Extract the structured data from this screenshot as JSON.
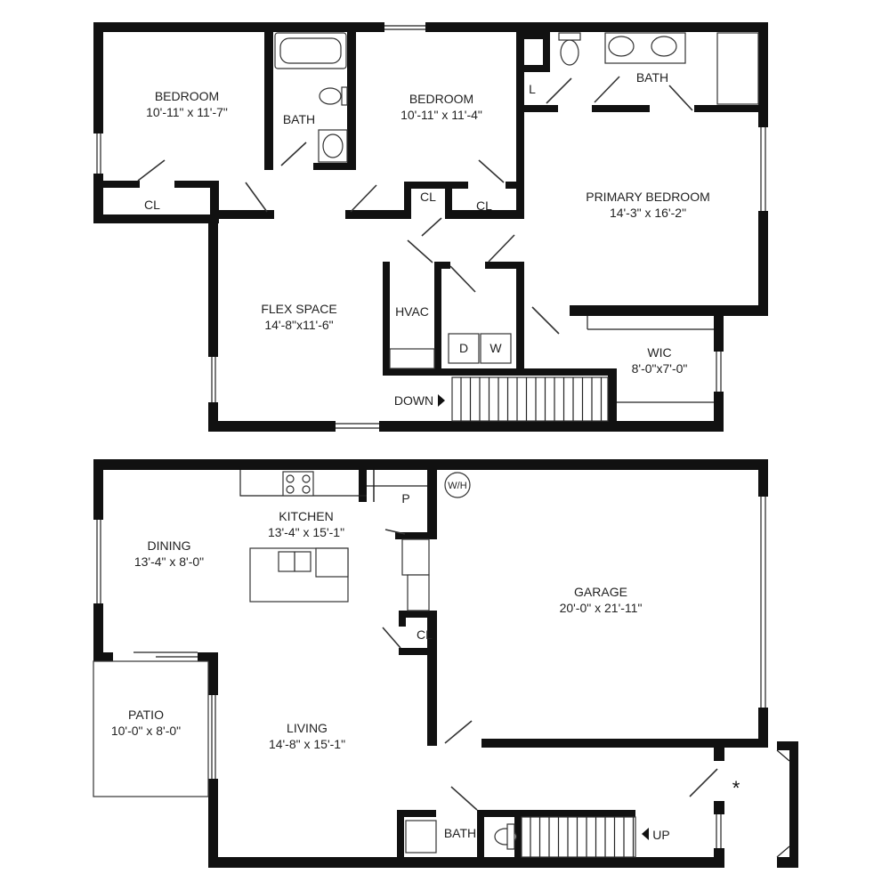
{
  "upper_floor": {
    "bedroom_1": {
      "name": "BEDROOM",
      "dims": "10'-11\" x 11'-7\""
    },
    "bath_1": {
      "name": "BATH"
    },
    "bedroom_2": {
      "name": "BEDROOM",
      "dims": "10'-11\" x 11'-4\""
    },
    "closet_1": {
      "name": "CL"
    },
    "closet_2": {
      "name": "CL"
    },
    "closet_3": {
      "name": "CL"
    },
    "linen": {
      "name": "L"
    },
    "primary_bath": {
      "name": "BATH"
    },
    "primary_bedroom": {
      "name": "PRIMARY BEDROOM",
      "dims": "14'-3\" x 16'-2\""
    },
    "flex_space": {
      "name": "FLEX SPACE",
      "dims": "14'-8\"x11'-6\""
    },
    "hvac": {
      "name": "HVAC"
    },
    "dryer": {
      "name": "D"
    },
    "washer": {
      "name": "W"
    },
    "wic": {
      "name": "WIC",
      "dims": "8'-0\"x7'-0\""
    },
    "stairs": {
      "label": "DOWN"
    }
  },
  "lower_floor": {
    "water_heater": {
      "name": "W/H"
    },
    "pantry": {
      "name": "P"
    },
    "kitchen": {
      "name": "KITCHEN",
      "dims": "13'-4\" x 15'-1\""
    },
    "dining": {
      "name": "DINING",
      "dims": "13'-4\" x 8'-0\""
    },
    "garage": {
      "name": "GARAGE",
      "dims": "20'-0\" x 21'-11\""
    },
    "closet": {
      "name": "CL"
    },
    "patio": {
      "name": "PATIO",
      "dims": "10'-0\" x 8'-0\""
    },
    "living": {
      "name": "LIVING",
      "dims": "14'-8\" x 15'-1\""
    },
    "entry_marker": "*",
    "half_bath": {
      "name": "BATH"
    },
    "stairs": {
      "label": "UP"
    }
  }
}
